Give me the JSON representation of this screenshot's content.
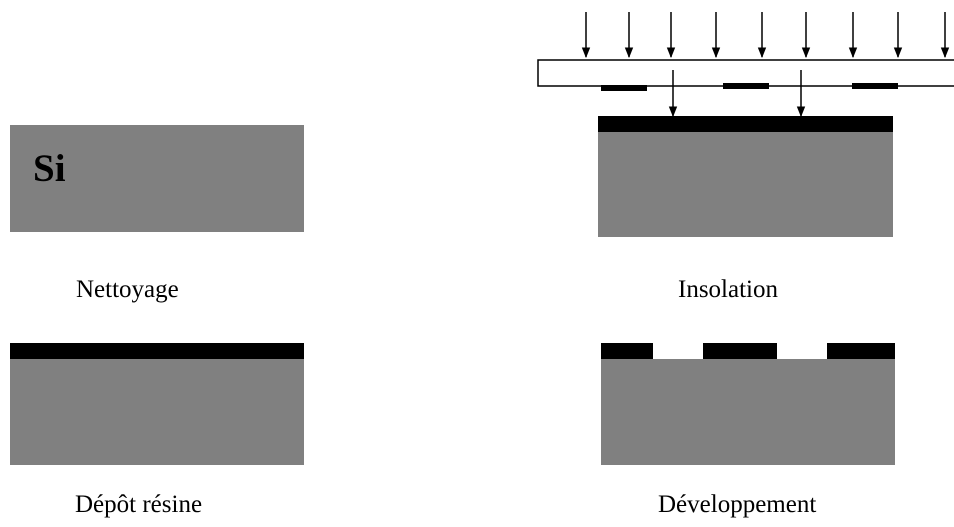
{
  "material_label": "Si",
  "steps": {
    "cleaning": "Nettoyage",
    "exposure": "Insolation",
    "resist_coating": "Dépôt résine",
    "development": "Développement"
  },
  "colors": {
    "substrate": "#808080",
    "resist": "#000000",
    "background": "#ffffff"
  }
}
